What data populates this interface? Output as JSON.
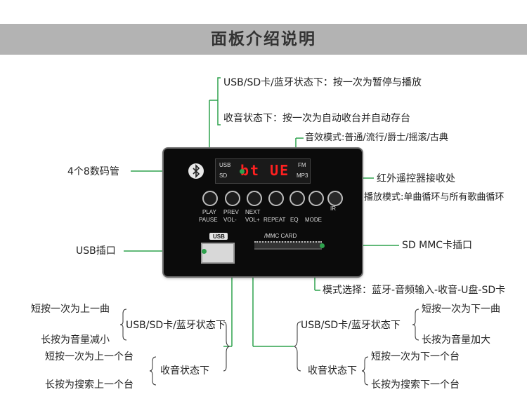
{
  "title": "面板介绍说明",
  "panel": {
    "display_text": "bt UE",
    "display_small": [
      "USB",
      "SD",
      "FM",
      "MP3"
    ],
    "button_labels": [
      "PLAY",
      "PAUSE",
      "PREV",
      "VOL-",
      "NEXT",
      "VOL+",
      "REPEAT",
      "EQ",
      "MODE",
      "IR"
    ],
    "usb_logo": "USB",
    "sd_label": "/MMC CARD"
  },
  "annotations": {
    "play_line1": "USB/SD卡/蓝牙状态下：按一次为暂停与播放",
    "play_line2": "收音状态下：按一次为自动收台并自动存台",
    "eq": "音效模式:普通/流行/爵士/摇滚/古典",
    "digits": "4个8数码管",
    "ir": "红外遥控器接收处",
    "repeat": "播放模式:单曲循环与所有歌曲循环",
    "usb": "USB插口",
    "sd": "SD MMC卡插口",
    "mode": "模式选择：蓝牙-音频输入-收音-U盘-SD卡"
  },
  "left_group": {
    "usb_state": "USB/SD卡/蓝牙状态下",
    "short_prev": "短按一次为上一曲",
    "long_vol_down": "长按为音量减小",
    "radio_state": "收音状态下",
    "short_prev_station": "短按一次为上一个台",
    "long_search_prev": "长按为搜索上一个台"
  },
  "right_group": {
    "usb_state": "USB/SD卡/蓝牙状态下",
    "short_next": "短按一次为下一曲",
    "long_vol_up": "长按为音量加大",
    "radio_state": "收音状态下",
    "short_next_station": "短按一次为下一个台",
    "long_search_next": "长按为搜索下一个台"
  }
}
